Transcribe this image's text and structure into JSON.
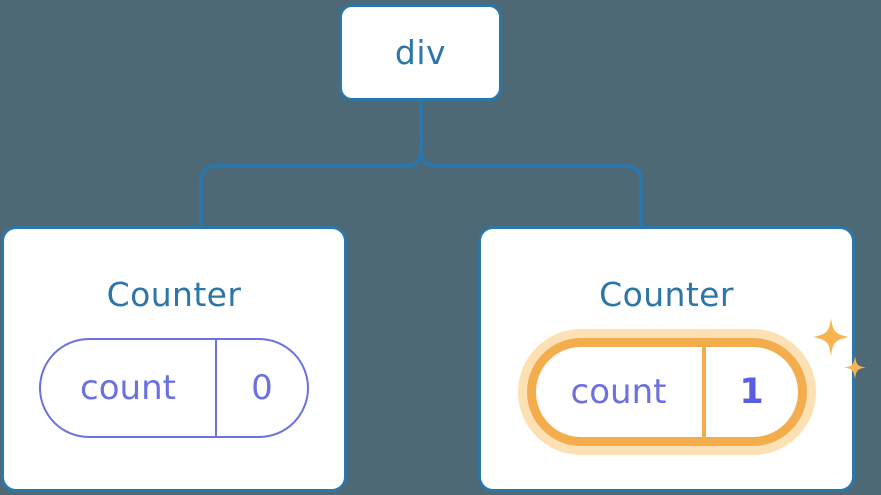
{
  "diagram": {
    "type": "component-tree",
    "background_color": "#4c6975",
    "edge_color": "#2d76a8",
    "root": {
      "label": "div",
      "border_color": "#2d76a8",
      "fill_color": "#ffffff"
    },
    "children": [
      {
        "title": "Counter",
        "title_color": "#2d76a8",
        "state": {
          "key": "count",
          "value": "0"
        },
        "highlighted": false,
        "pill_border_color": "#6b71dd",
        "pill_text_color": "#6b71dd",
        "sparkles": false
      },
      {
        "title": "Counter",
        "title_color": "#2d76a8",
        "state": {
          "key": "count",
          "value": "1"
        },
        "highlighted": true,
        "pill_border_color": "#f3ad4c",
        "pill_glow_color": "#fde1b4",
        "pill_text_color": "#6b71dd",
        "value_color": "#5a5fe0",
        "sparkles": true,
        "sparkle_color": "#f5b css",
        "sparkle_icon_color": "#f7b44f"
      }
    ]
  }
}
